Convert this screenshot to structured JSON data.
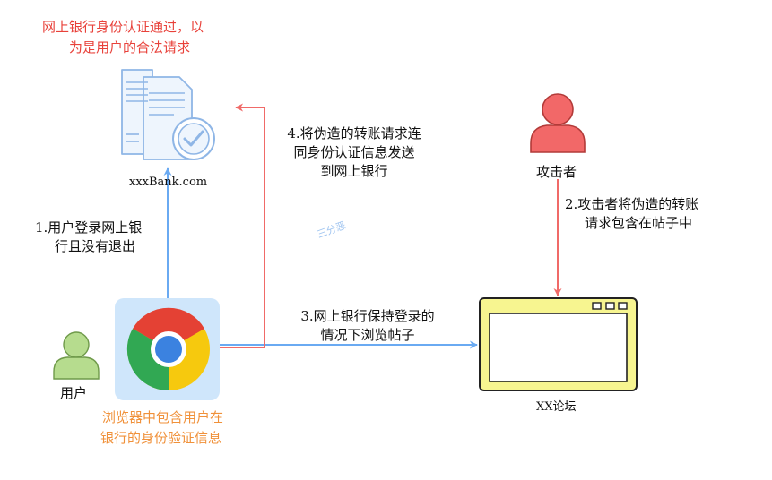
{
  "nodes": {
    "bank": {
      "label": "xxxBank.com"
    },
    "attacker": {
      "label": "攻击者"
    },
    "user": {
      "label": "用户"
    },
    "forum": {
      "label": "XX论坛"
    }
  },
  "notes": {
    "bank_auth_line1": "网上银行身份认证通过，以",
    "bank_auth_line2": "为是用户的合法请求",
    "browser_info_line1": "浏览器中包含用户在",
    "browser_info_line2": "银行的身份验证信息"
  },
  "steps": {
    "step1_line1": "1.用户登录网上银",
    "step1_line2": "行且没有退出",
    "step2_line1": "2.攻击者将伪造的转账",
    "step2_line2": "请求包含在帖子中",
    "step3_line1": "3.网上银行保持登录的",
    "step3_line2": "情况下浏览帖子",
    "step4_line1": "4.将伪造的转账请求连",
    "step4_line2": "同身份认证信息发送",
    "step4_line3": "到网上银行"
  },
  "watermark": "三分恶",
  "colors": {
    "red_arrow": "#f06a68",
    "blue_arrow": "#6aaaf2",
    "red_text": "#e8413a",
    "orange_text": "#f0913a",
    "attacker_fill": "#f26868",
    "user_fill": "#b6dc8e",
    "forum_frame": "#f7f590",
    "browser_tile": "#cfe6fb"
  },
  "icons": {
    "bank": "server-check-icon",
    "attacker": "person-icon",
    "user": "person-icon",
    "browser": "chrome-icon",
    "forum": "browser-window-icon"
  }
}
